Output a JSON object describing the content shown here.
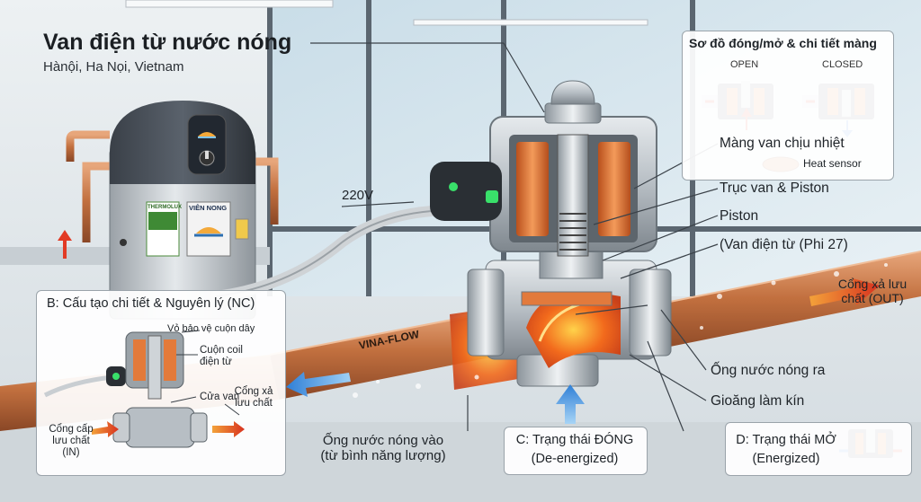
{
  "header": {
    "title": "Van điện từ nước nóng",
    "subtitle": "Hànội, Ha Nọi, Vietnam"
  },
  "brands": {
    "pipe_brand": "VINA-FLOW",
    "tank_label_left": "THERMOLUX",
    "tank_label_right": "VIÊN NONG"
  },
  "voltage": "220V",
  "callouts": {
    "membrane": "Màng van chịu nhiệt",
    "heat_sensor": "Heat sensor",
    "stem_piston": "Trục van & Piston",
    "piston": "Piston",
    "valve_type": "(Van điện từ (Phi 27)",
    "outlet_port": [
      "Cổng xả lưu",
      "chất (OUT)"
    ],
    "hot_out_pipe": "Ống nước nóng ra",
    "gasket": "Gioăng làm kín",
    "hot_in_pipe": [
      "Ống nước nóng vào",
      "(từ bình năng lượng)"
    ]
  },
  "panel_a": {
    "title": "Sơ đồ đóng/mở & chi tiết màng",
    "open": "OPEN",
    "closed": "CLOSED"
  },
  "panel_b": {
    "title": "B: Cấu tạo chi tiết & Nguyên lý (NC)",
    "cover": "Vỏ bảo vệ cuộn dây",
    "coil": [
      "Cuộn coil",
      "điện từ"
    ],
    "gate": "Cửa van",
    "outlet": [
      "Cổng xả",
      "lưu chất"
    ],
    "inlet": [
      "Cổng cấp",
      "lưu chất",
      "(IN)"
    ]
  },
  "panel_c": {
    "title": "C: Trạng thái ĐÓNG",
    "sub": "(De-energized)"
  },
  "panel_d": {
    "title": "D: Trạng thái MỞ",
    "sub": "(Energized)"
  },
  "colors": {
    "copper": "#c8784a",
    "coil": "#e2773a",
    "flow": "#f06a1e",
    "arrow_blue": "#3a86d8",
    "arrow_red": "#e0452a",
    "led": "#39e06a"
  }
}
